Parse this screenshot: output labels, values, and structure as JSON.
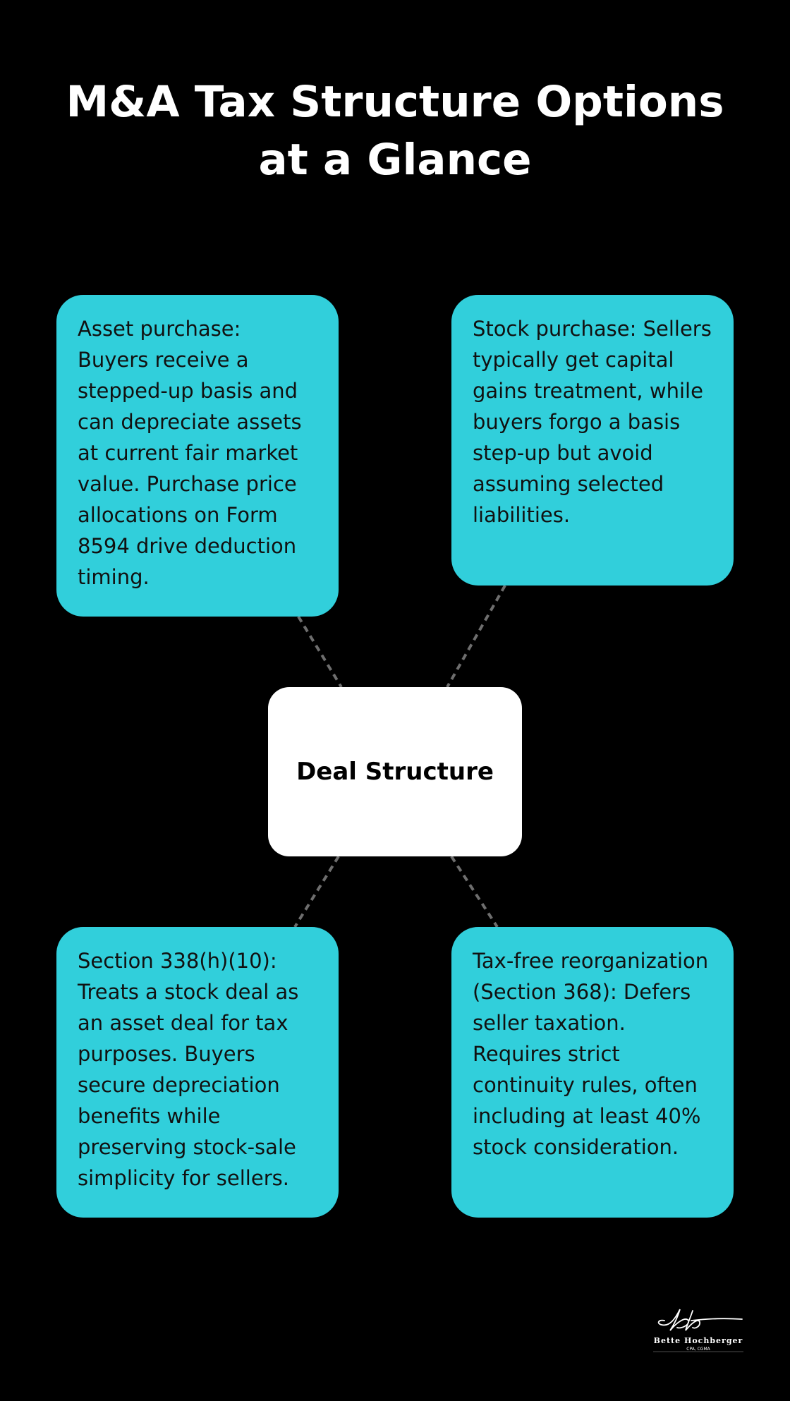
{
  "title": "M&A Tax Structure Options at a Glance",
  "center": {
    "label": "Deal Structure"
  },
  "options": [
    {
      "text": "Asset purchase: Buyers receive a stepped-up basis and can depreciate assets at current fair market value. Purchase price allocations on Form 8594 drive deduction timing."
    },
    {
      "text": "Stock purchase: Sellers typically get capital gains treatment, while buyers forgo a basis step-up but avoid assuming selected liabilities."
    },
    {
      "text": "Section 338(h)(10): Treats a stock deal as an asset deal for tax purposes. Buyers secure depreciation benefits while preserving stock-sale simplicity for sellers."
    },
    {
      "text": "Tax-free reorganization (Section 368): Defers seller taxation. Requires strict continuity rules, often including at least 40% stock consideration."
    }
  ],
  "logo": {
    "name": "Bette Hochberger",
    "credentials": "CPA, CGMA"
  },
  "colors": {
    "background": "#000000",
    "card": "#31cfdb",
    "center": "#ffffff",
    "connector": "#6e6e6e"
  }
}
